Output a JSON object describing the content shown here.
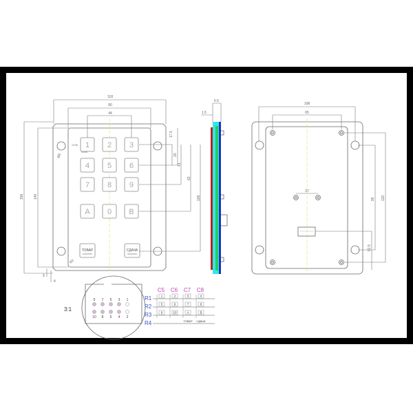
{
  "front_view": {
    "keys": [
      "1",
      "2",
      "3",
      "4",
      "5",
      "6",
      "7",
      "8",
      "9",
      "A",
      "0",
      "B"
    ],
    "function_keys": [
      "ТОВАР",
      "СДАЧА"
    ],
    "dimensions": {
      "width_outer": "118",
      "width_inner": "80",
      "key_pitch": "44",
      "height_outer": "156",
      "height_inner": "140",
      "row1": "17.5",
      "row2": "20",
      "row3": "41",
      "row4": "62",
      "fn_row": "105",
      "hole": "Ø8",
      "corner": "R2",
      "key_h": "13.95",
      "key_w": "14.05",
      "margin_a": "9",
      "margin_b": "4"
    }
  },
  "side_view": {
    "thickness": "6.5",
    "plate": "1.5"
  },
  "back_view": {
    "width_outer": "108",
    "width_inner": "65",
    "hole_pitch": "27",
    "height_a": "95",
    "height_b": "120",
    "connector_offset": "52.5"
  },
  "connector_detail": {
    "scale": "3:1",
    "pins_top": [
      "9",
      "7",
      "5",
      "3",
      "1"
    ],
    "pins_bottom": [
      "10",
      "8",
      "6",
      "4",
      "2"
    ]
  },
  "matrix": {
    "columns": [
      "C5",
      "C6",
      "C7",
      "C8"
    ],
    "rows": [
      "R1",
      "R2",
      "R3",
      "R4"
    ],
    "cells": [
      [
        "1",
        "2",
        "3",
        "4"
      ],
      [
        "5",
        "6",
        "7",
        "8"
      ],
      [
        "9",
        "10",
        "A",
        "B"
      ],
      [
        "",
        "",
        "ТОВАР",
        "СДАЧА"
      ]
    ],
    "column_color": "#c040c0",
    "row_color": "#3050c0"
  }
}
